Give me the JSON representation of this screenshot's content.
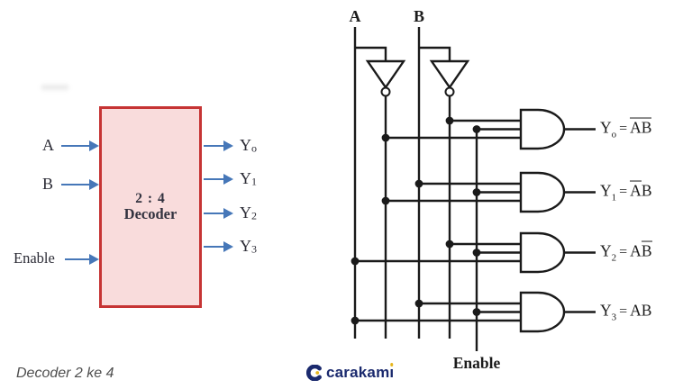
{
  "caption": "Decoder 2 ke 4",
  "logo": {
    "text": "carakami",
    "color": "#1b2a6e",
    "dot_color": "#e6b51c",
    "icon": "c-mark-icon"
  },
  "block_diagram": {
    "title_line1": "2 : 4",
    "title_line2": "Decoder",
    "fill": "#f9dcdc",
    "border_color": "#c63434",
    "arrow_color": "#4677b8",
    "inputs": [
      {
        "label": "A"
      },
      {
        "label": "B"
      },
      {
        "label": "Enable"
      }
    ],
    "outputs": [
      {
        "label": "Y",
        "sub": "o"
      },
      {
        "label": "Y",
        "sub": "1"
      },
      {
        "label": "Y",
        "sub": "2"
      },
      {
        "label": "Y",
        "sub": "3"
      }
    ]
  },
  "circuit": {
    "line_color": "#1a1a1a",
    "input_labels": [
      "A",
      "B"
    ],
    "enable_label": "Enable",
    "inverted_rails": [
      "A",
      "B"
    ],
    "gates": [
      {
        "type": "AND",
        "inputs": [
          "Bbar",
          "E",
          "Abar"
        ],
        "output": {
          "label": "Y",
          "sub": "o",
          "equals": "=",
          "terms": [
            {
              "text": "AB",
              "bar": true
            }
          ]
        }
      },
      {
        "type": "AND",
        "inputs": [
          "B",
          "E",
          "Abar"
        ],
        "output": {
          "label": "Y",
          "sub": "1",
          "equals": "=",
          "terms": [
            {
              "text": "A",
              "bar": true
            },
            {
              "text": "B",
              "bar": false
            }
          ]
        }
      },
      {
        "type": "AND",
        "inputs": [
          "Bbar",
          "E",
          "A"
        ],
        "output": {
          "label": "Y",
          "sub": "2",
          "equals": "=",
          "terms": [
            {
              "text": "A",
              "bar": false
            },
            {
              "text": "B",
              "bar": true
            }
          ]
        }
      },
      {
        "type": "AND",
        "inputs": [
          "B",
          "E",
          "A"
        ],
        "output": {
          "label": "Y",
          "sub": "3",
          "equals": "=",
          "terms": [
            {
              "text": "AB",
              "bar": false
            }
          ]
        }
      }
    ]
  }
}
